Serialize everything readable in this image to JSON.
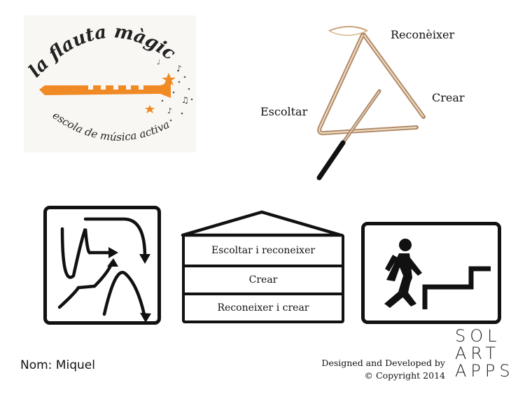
{
  "logo": {
    "title": "la flauta màgica",
    "subtitle": "escola de música activa",
    "colors": {
      "flute": "#f08a24",
      "text": "#222222"
    }
  },
  "triangle": {
    "label_top": "Reconèixer",
    "label_left": "Escoltar",
    "label_right": "Crear"
  },
  "house": {
    "rows": [
      "Escoltar i reconeixer",
      "Crear",
      "Reconeixer i crear"
    ]
  },
  "panels": {
    "left_icon": "arrows-icon",
    "right_icon": "walking-stairs-icon"
  },
  "footer": {
    "name": "Nom: Miquel",
    "designed": "Designed and Developed by",
    "copyright": "© Copyright 2014"
  },
  "brand": {
    "line1": "SOL",
    "line2": "ART",
    "line3": "APPS"
  }
}
